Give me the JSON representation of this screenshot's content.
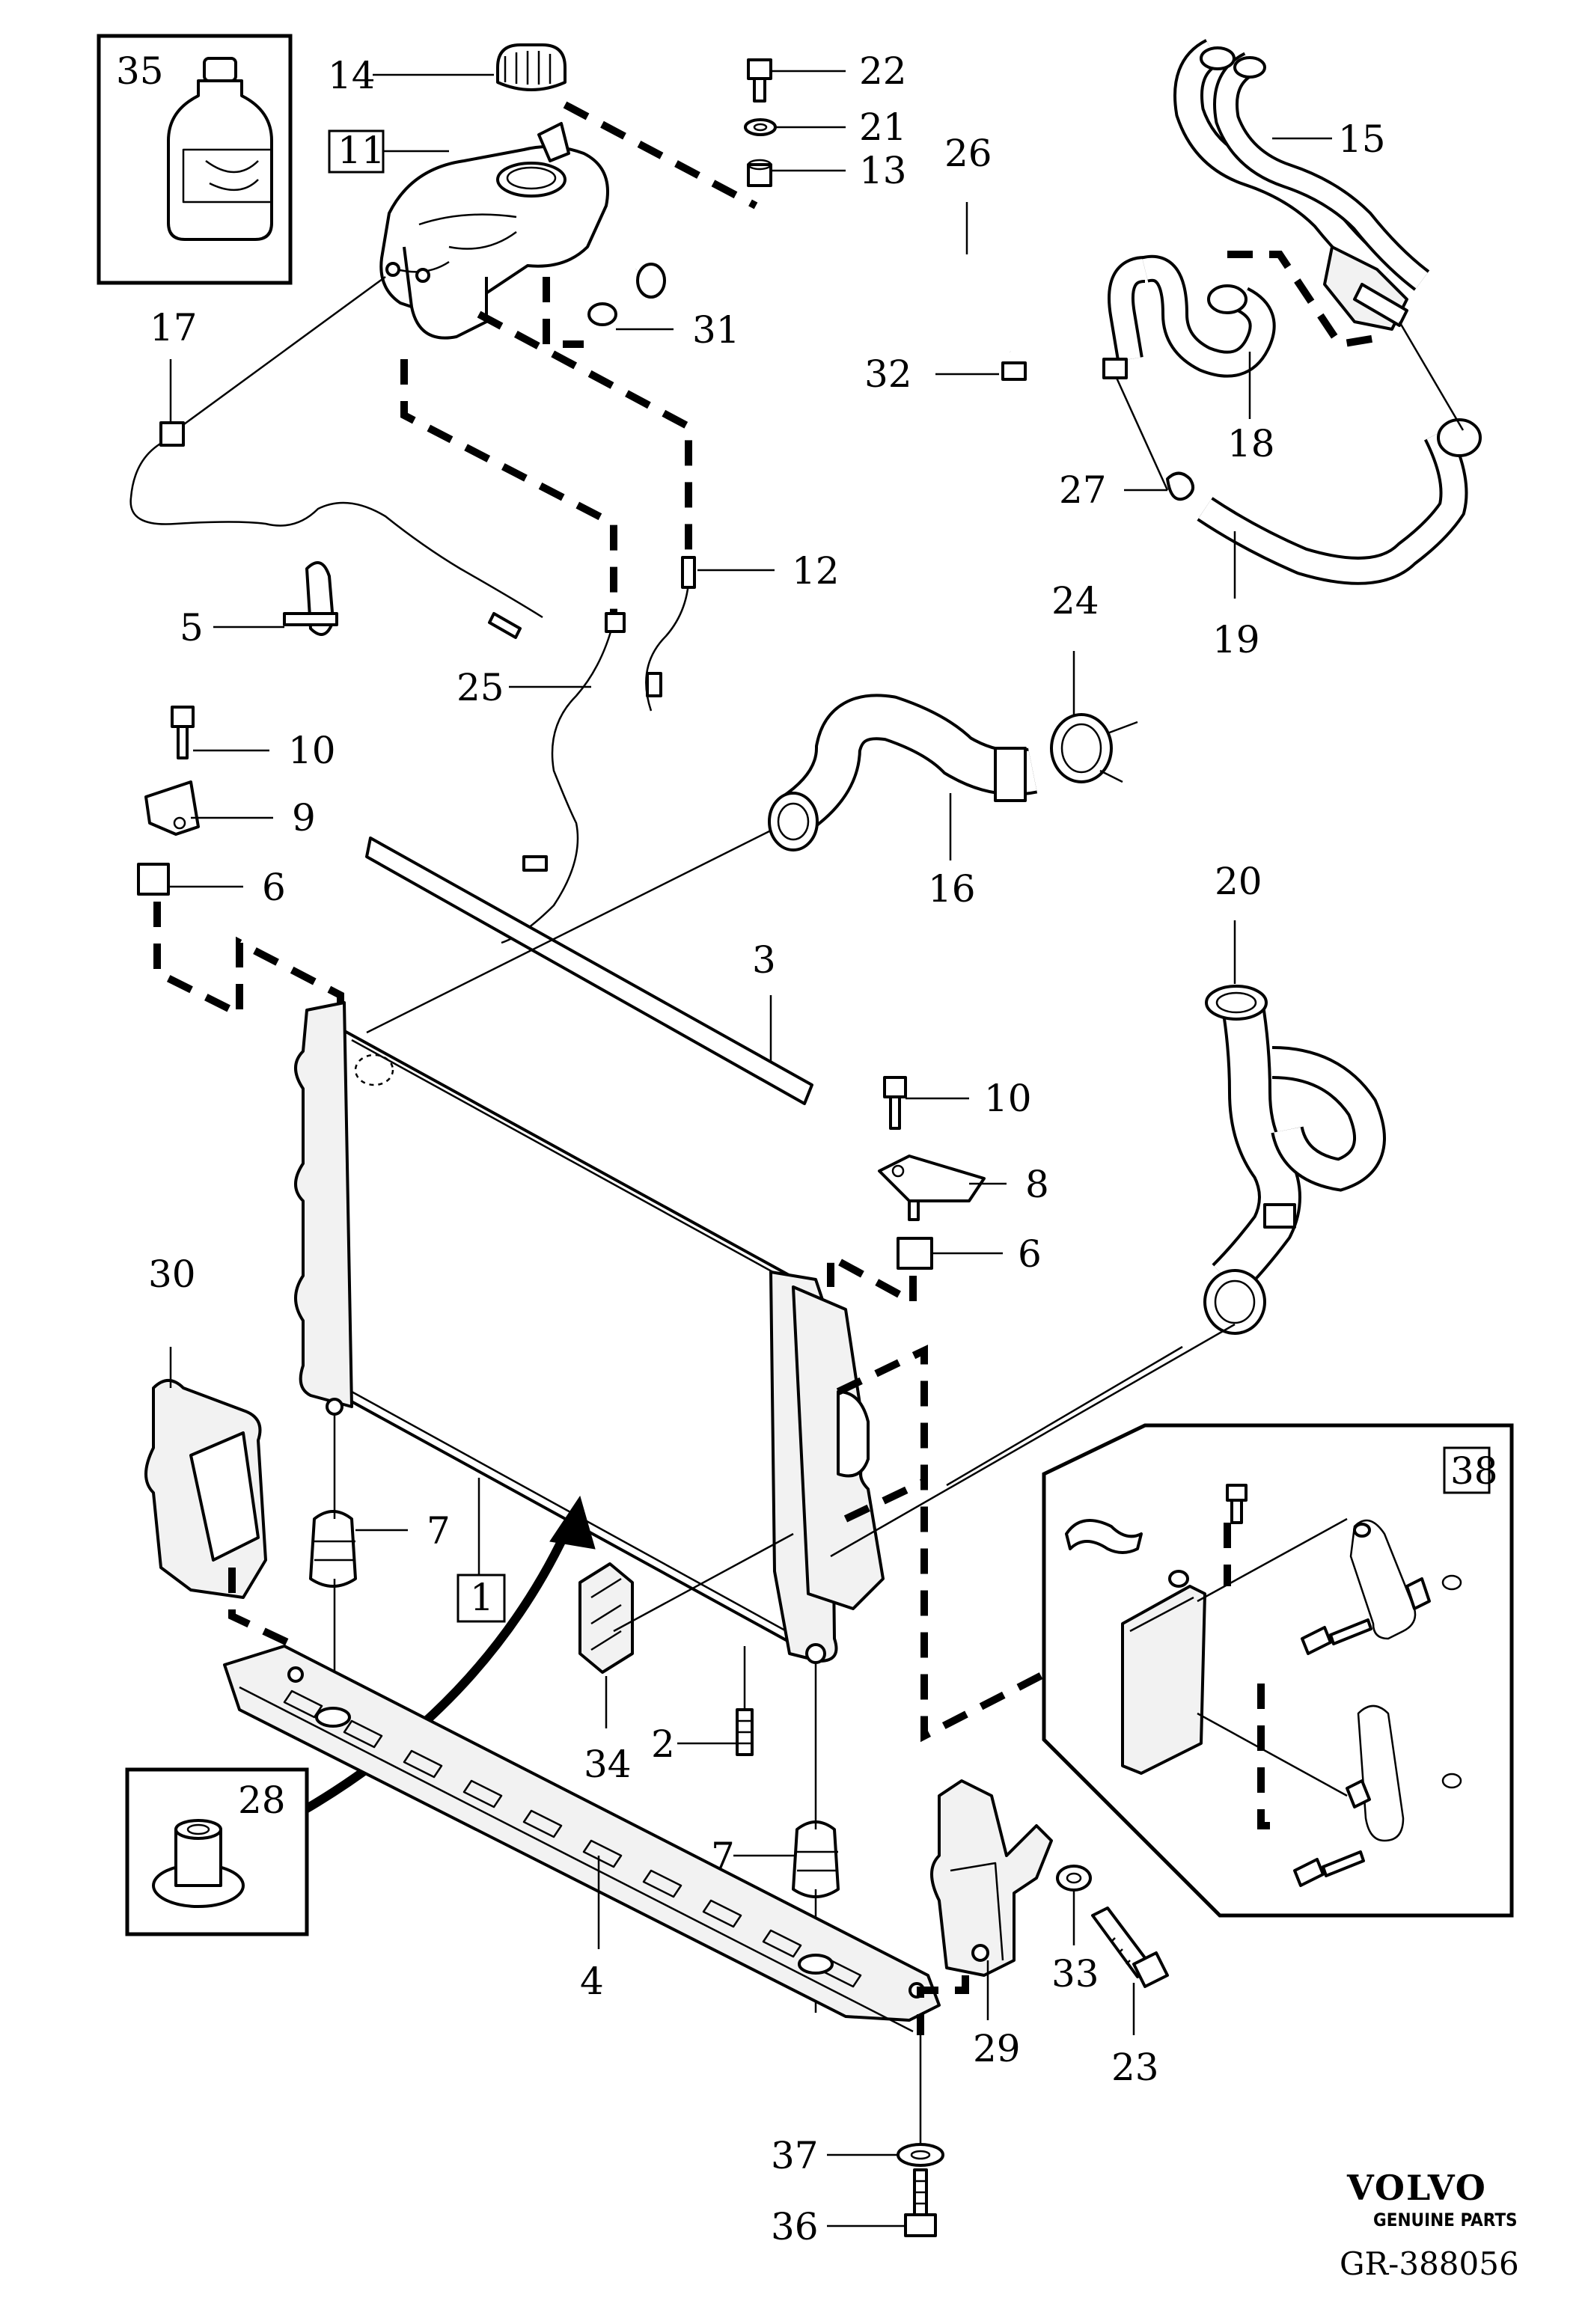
{
  "labels": {
    "n1": "1",
    "n2": "2",
    "n3": "3",
    "n4": "4",
    "n5": "5",
    "n6a": "6",
    "n6b": "6",
    "n7a": "7",
    "n7b": "7",
    "n8": "8",
    "n9": "9",
    "n10a": "10",
    "n10b": "10",
    "n11": "11",
    "n12": "12",
    "n13": "13",
    "n14": "14",
    "n15": "15",
    "n16": "16",
    "n17": "17",
    "n18": "18",
    "n19": "19",
    "n20": "20",
    "n21": "21",
    "n22": "22",
    "n23": "23",
    "n24": "24",
    "n25": "25",
    "n26": "26",
    "n27": "27",
    "n28": "28",
    "n29": "29",
    "n30": "30",
    "n31": "31",
    "n32": "32",
    "n33": "33",
    "n34": "34",
    "n35": "35",
    "n36": "36",
    "n37": "37",
    "n38": "38"
  },
  "branding": {
    "brand_name": "VOLVO",
    "tagline": "GENUINE PARTS",
    "diagram_code": "GR-388056"
  }
}
